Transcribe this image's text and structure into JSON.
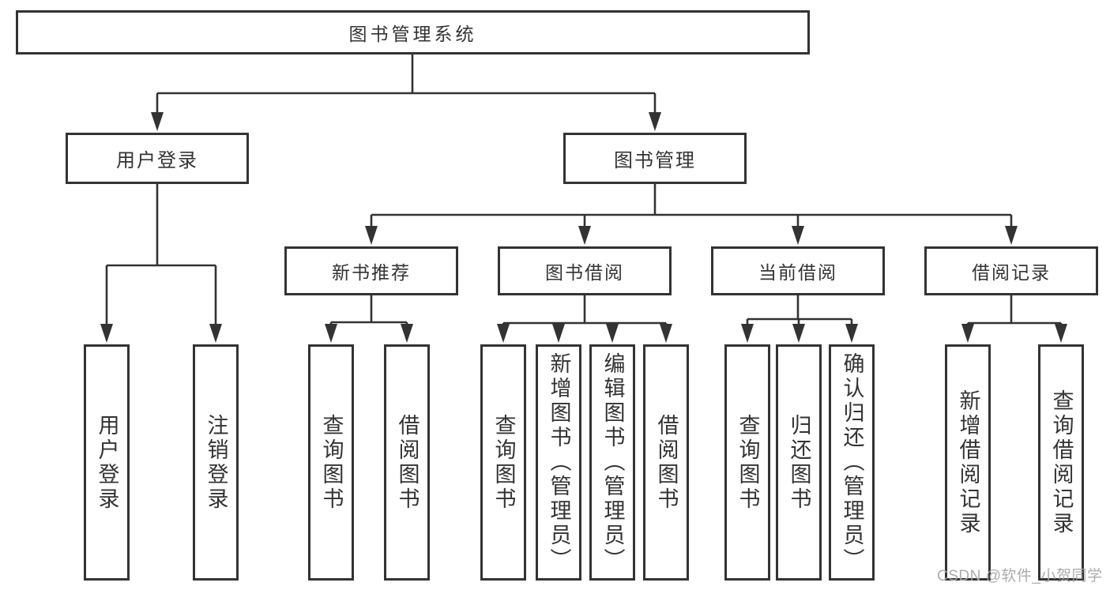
{
  "diagram": {
    "root": {
      "label": "图书管理系统"
    },
    "level2": [
      {
        "label": "用户登录"
      },
      {
        "label": "图书管理"
      }
    ],
    "level3": [
      {
        "label": "新书推荐",
        "parent": "图书管理"
      },
      {
        "label": "图书借阅",
        "parent": "图书管理"
      },
      {
        "label": "当前借阅",
        "parent": "图书管理"
      },
      {
        "label": "借阅记录",
        "parent": "图书管理"
      }
    ],
    "leaves": [
      {
        "label": "用户登录",
        "parent": "用户登录"
      },
      {
        "label": "注销登录",
        "parent": "用户登录"
      },
      {
        "label": "查询图书",
        "parent": "新书推荐"
      },
      {
        "label": "借阅图书",
        "parent": "新书推荐"
      },
      {
        "label": "查询图书",
        "parent": "图书借阅"
      },
      {
        "label": "新增图书（管理员）",
        "parent": "图书借阅"
      },
      {
        "label": "编辑图书（管理员）",
        "parent": "图书借阅"
      },
      {
        "label": "借阅图书",
        "parent": "图书借阅"
      },
      {
        "label": "查询图书",
        "parent": "当前借阅"
      },
      {
        "label": "归还图书",
        "parent": "当前借阅"
      },
      {
        "label": "确认归还（管理员）",
        "parent": "当前借阅"
      },
      {
        "label": "新增借阅记录",
        "parent": "借阅记录"
      },
      {
        "label": "查询借阅记录",
        "parent": "借阅记录"
      }
    ],
    "colors": {
      "line": "#333333",
      "text": "#333333",
      "box_background": "#ffffff"
    }
  },
  "watermark": {
    "text": "CSDN @软件_小贺同学"
  }
}
